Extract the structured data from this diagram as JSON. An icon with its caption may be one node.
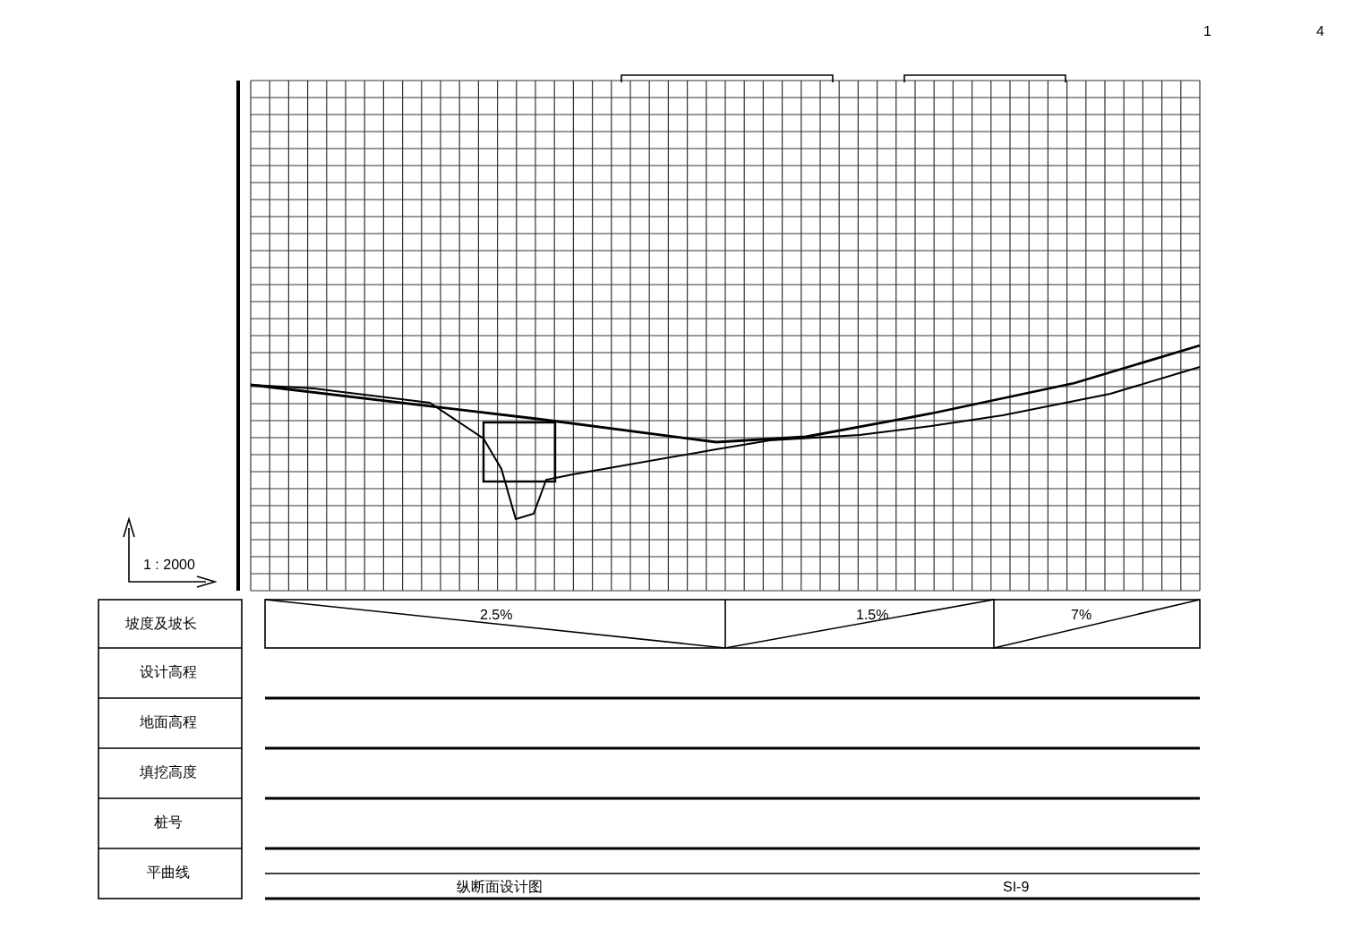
{
  "diagram": {
    "title": "纵断面设计图",
    "labels": [
      "1",
      "4",
      "2.5%",
      "1.5%",
      "7%",
      "坡度及坡长",
      "设计高程",
      "地面高程",
      "填挖高度",
      "桩号",
      "平曲线",
      "1 : 2000",
      "SI-9"
    ]
  }
}
